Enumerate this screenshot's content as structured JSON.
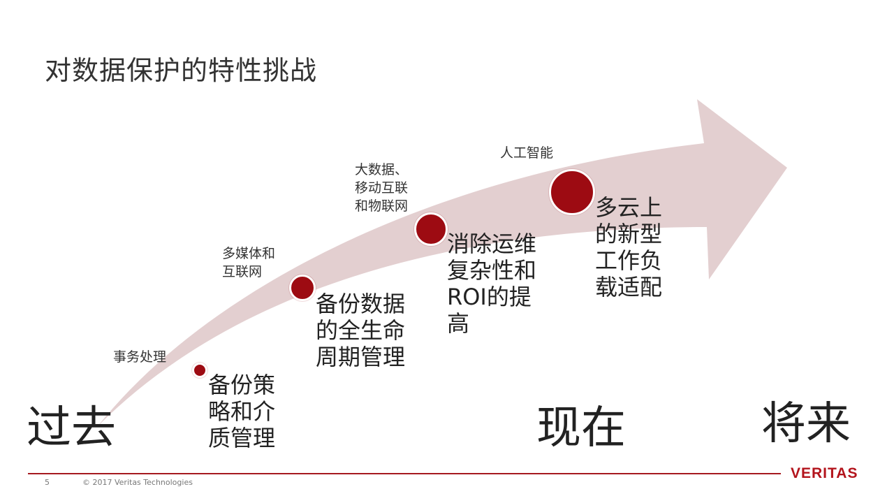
{
  "slide": {
    "title": "对数据保护的特性挑战",
    "stages": [
      {
        "small_label": "事务处理",
        "big_label": "备份策\n略和介\n质管理"
      },
      {
        "small_label": "多媒体和\n互联网",
        "big_label": "备份数据\n的全生命\n周期管理"
      },
      {
        "small_label": "大数据、\n移动互联\n和物联网",
        "big_label": "消除运维\n复杂性和\nROI的提\n高"
      },
      {
        "small_label": "人工智能",
        "big_label": "多云上\n的新型\n工作负\n载适配"
      }
    ],
    "eras": {
      "past": "过去",
      "present": "现在",
      "future": "将来"
    }
  },
  "footer": {
    "page_number": "5",
    "copyright": "© 2017 Veritas Technologies",
    "logo_text": "VERITAS"
  },
  "colors": {
    "arrow_fill": "#e3cfd0",
    "dot_fill": "#9d0b12",
    "accent_red": "#a61a1f"
  }
}
